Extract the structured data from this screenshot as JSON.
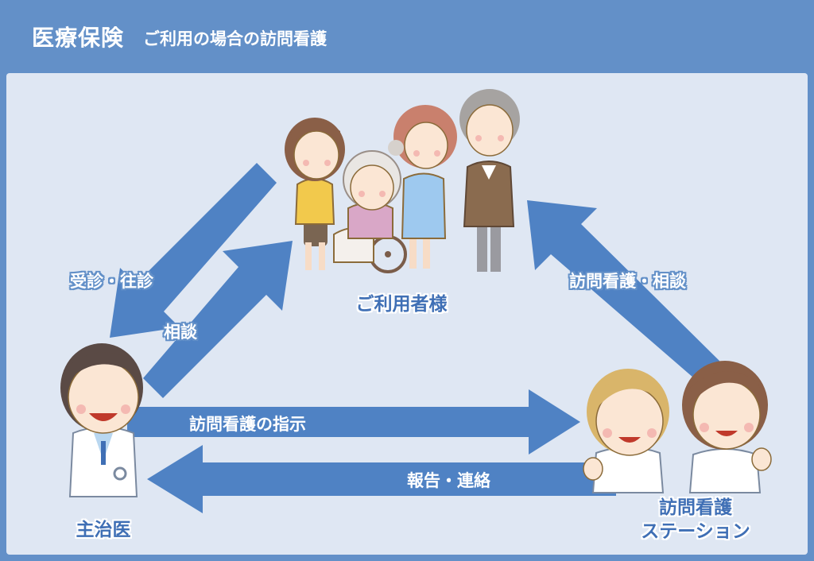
{
  "header": {
    "title_main": "医療保険",
    "title_sub": "ご利用の場合の訪問看護"
  },
  "entities": {
    "user_family": "ご利用者様",
    "doctor": "主治医",
    "station_line1": "訪問看護",
    "station_line2": "ステーション"
  },
  "arrows": {
    "consult_visit": "受診・往診",
    "consult": "相談",
    "visit_nursing_consult": "訪問看護・相談",
    "visit_nursing_instruction": "訪問看護の指示",
    "report_contact": "報告・連絡"
  },
  "colors": {
    "frame": "#6390c8",
    "panel": "#dfe7f3",
    "arrow": "#4f82c4",
    "entity_text": "#3f6fb5"
  }
}
